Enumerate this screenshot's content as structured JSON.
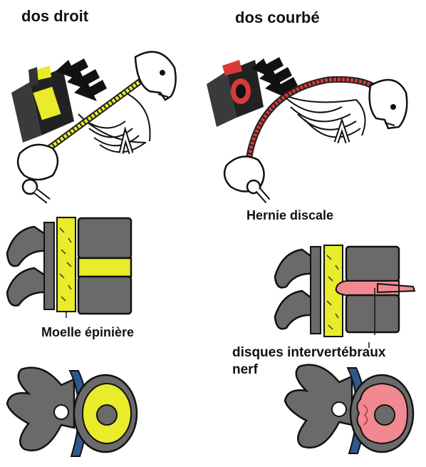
{
  "labels": {
    "straight_back": "dos droit",
    "curved_back": "dos courbé",
    "disc_herniation": "Hernie discale",
    "spinal_cord": "Moelle épinière",
    "intervertebral_discs": "disques intervertébraux",
    "nerve": "nerf"
  },
  "colors": {
    "spinal_cord": "#f0f020",
    "disc_healthy": "#f0f020",
    "disc_herniated": "#f08a90",
    "spine_curved": "#d83a3a",
    "vertebra": "#6a6a6a",
    "nerve_band": "#2d5a8a",
    "outline": "#111111"
  }
}
